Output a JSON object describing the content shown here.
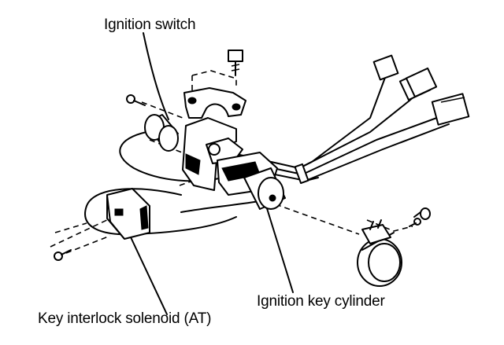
{
  "labels": {
    "ignition_switch": "Ignition switch",
    "key_interlock_solenoid": "Key interlock solenoid (AT)",
    "ignition_key_cylinder": "Ignition key cylinder"
  }
}
